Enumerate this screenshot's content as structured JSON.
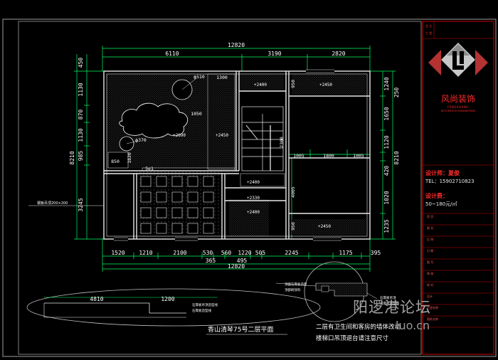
{
  "drawing": {
    "title": "香山清琴75号二层平面",
    "note_line1": "二层有卫生间和客房的墙体改动",
    "note_line2": "楼梯口吊顶退台请注意尺寸"
  },
  "dimensions": {
    "top_total": "12820",
    "top_segments": [
      "6110",
      "3190",
      "2820"
    ],
    "bottom_total": "12820",
    "bottom_segments": [
      "1520",
      "1210",
      "2100",
      "530",
      "560",
      "1220",
      "505",
      "2245",
      "1175",
      "395"
    ],
    "bottom_sub": [
      "365",
      "495"
    ],
    "left_segments": [
      "450",
      "1130",
      "870",
      "1130",
      "985",
      "3245"
    ],
    "left_total": "8210",
    "right_segments": [
      "1240",
      "1650",
      "1120",
      "420",
      "1020",
      "1235"
    ],
    "right_totals": [
      "250",
      "8210"
    ],
    "interior": [
      "1300",
      "950",
      "1005",
      "1800",
      "1005",
      "4005",
      "950",
      "2300",
      "1050",
      "1820",
      "850",
      "ф510",
      "ф370",
      "4810",
      "1200"
    ]
  },
  "levels": {
    "l1": "+2400",
    "l2": "+2450",
    "l3": "+2690",
    "l4": "+2450",
    "l5": "+2400",
    "l6": "+2330",
    "l7": "+2450",
    "l8": "+2400"
  },
  "annotations": {
    "left_detail": "钢板吊顶200×200",
    "section_notes": [
      "石膏板吊顶造型线",
      "石膏板造型线"
    ],
    "detail_notes": [
      "顶面石膏板造型",
      "顶部刷涂料"
    ],
    "right_notes": [
      "石膏板吊顶",
      "石膏板造型线"
    ],
    "small_marks": [
      "5e1"
    ]
  },
  "title_block": {
    "brand_name": "风尚装饰",
    "brand_en": "FENGSHANG",
    "brand_en2": "DECORATION ENGINEERING",
    "designer_label": "设计师：",
    "designer_name": "夏俊",
    "tel": "TEL：15902710823",
    "fee_label": "设计费：",
    "fee_value": "50~180元/㎡",
    "top_marks": [
      "业 主",
      "工 程"
    ],
    "rows": [
      "项 目",
      "图 名",
      "比 例",
      "日 期",
      "图 号",
      "审 核",
      "校 对",
      "设计",
      "工程名称",
      "图纸名称"
    ]
  },
  "watermark": {
    "text": "阳逻港论坛",
    "url": "luo.cn"
  },
  "colors": {
    "wall": "#e8e8e8",
    "dimension": "#00ff66",
    "text": "#ffffff",
    "accent": "#ff2a2a",
    "hatch": "#7a7a7a",
    "frame": "#cc0000"
  }
}
